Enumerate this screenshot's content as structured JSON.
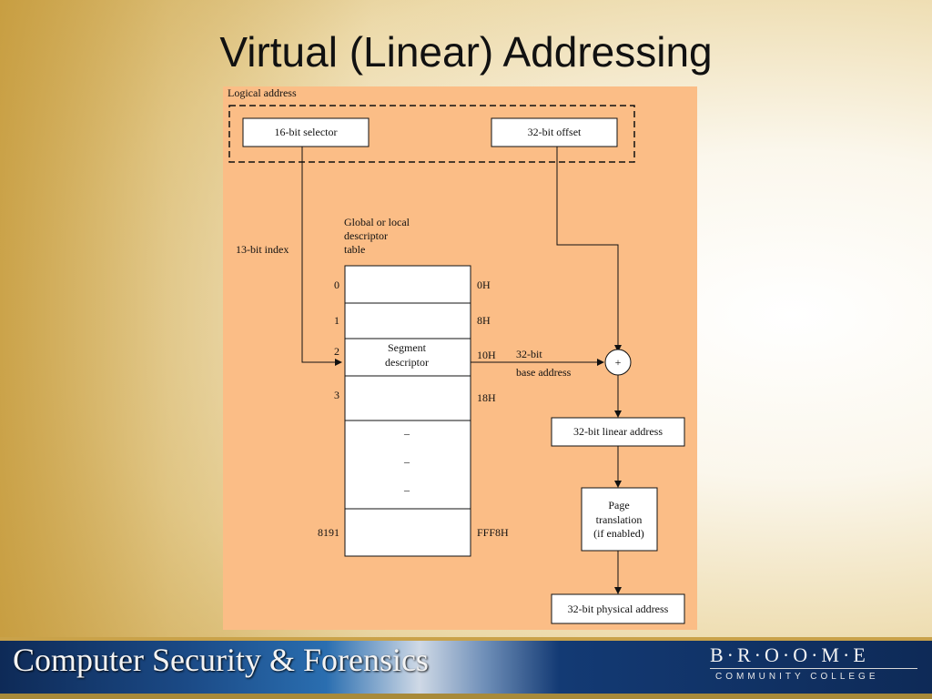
{
  "slide": {
    "title": "Virtual (Linear) Addressing"
  },
  "diagram": {
    "logical_address_label": "Logical address",
    "selector_label": "16-bit selector",
    "offset_label": "32-bit offset",
    "index_label": "13-bit index",
    "table_caption": [
      "Global or local",
      "descriptor",
      "table"
    ],
    "rows": [
      {
        "index": "0",
        "address": "0H",
        "content": ""
      },
      {
        "index": "1",
        "address": "8H",
        "content": ""
      },
      {
        "index": "2",
        "address": "10H",
        "content": [
          "Segment",
          "descriptor"
        ]
      },
      {
        "index": "3",
        "address": "18H",
        "content": ""
      },
      {
        "index": "",
        "address": "",
        "content": [
          "–",
          "–",
          "–"
        ]
      },
      {
        "index": "8191",
        "address": "FFF8H",
        "content": ""
      }
    ],
    "base_label": [
      "32-bit",
      "base address"
    ],
    "adder_symbol": "+",
    "linear_address_label": "32-bit linear address",
    "page_translation_label": [
      "Page",
      "translation",
      "(if enabled)"
    ],
    "physical_address_label": "32-bit physical address",
    "background_color": "#fbbd86"
  },
  "footer": {
    "course": "Computer Security & Forensics",
    "logo_main": "B·R·O·O·M·E",
    "logo_sub": "COMMUNITY COLLEGE"
  }
}
